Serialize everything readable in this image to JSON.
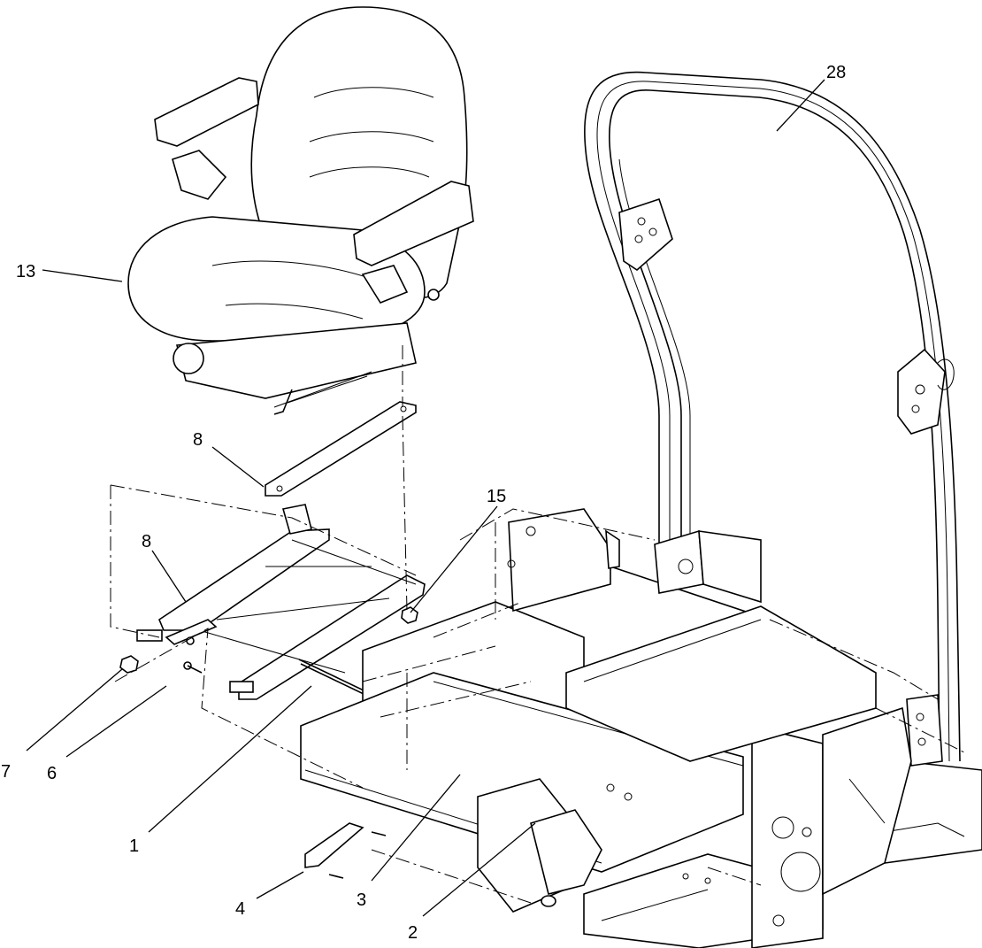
{
  "callouts": {
    "c28": "28",
    "c13": "13",
    "c8a": "8",
    "c15": "15",
    "c8b": "8",
    "c7": "7",
    "c6": "6",
    "c1": "1",
    "c4": "4",
    "c3": "3",
    "c2": "2"
  }
}
